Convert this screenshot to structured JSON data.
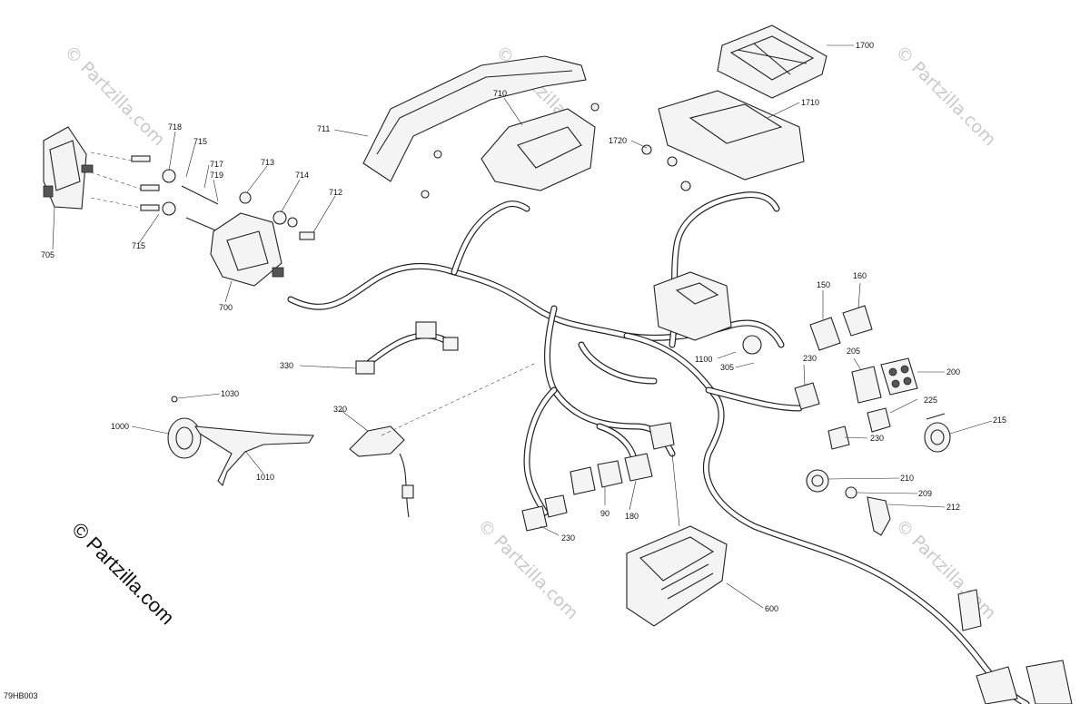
{
  "watermark": "© Partzilla.com",
  "credit": "© Partzilla.com",
  "drawing_id": "79HB003",
  "callouts": [
    {
      "id": "1700",
      "text": "1700"
    },
    {
      "id": "1710",
      "text": "1710"
    },
    {
      "id": "1720",
      "text": "1720"
    },
    {
      "id": "710",
      "text": "710"
    },
    {
      "id": "711",
      "text": "711"
    },
    {
      "id": "718",
      "text": "718"
    },
    {
      "id": "715a",
      "text": "715"
    },
    {
      "id": "717",
      "text": "717"
    },
    {
      "id": "719",
      "text": "719"
    },
    {
      "id": "713",
      "text": "713"
    },
    {
      "id": "714",
      "text": "714"
    },
    {
      "id": "712",
      "text": "712"
    },
    {
      "id": "715b",
      "text": "715"
    },
    {
      "id": "705",
      "text": "705"
    },
    {
      "id": "700",
      "text": "700"
    },
    {
      "id": "330",
      "text": "330"
    },
    {
      "id": "1030",
      "text": "1030"
    },
    {
      "id": "1000",
      "text": "1000"
    },
    {
      "id": "1010",
      "text": "1010"
    },
    {
      "id": "320",
      "text": "320"
    },
    {
      "id": "150",
      "text": "150"
    },
    {
      "id": "160",
      "text": "160"
    },
    {
      "id": "205",
      "text": "205"
    },
    {
      "id": "200",
      "text": "200"
    },
    {
      "id": "1100",
      "text": "1100"
    },
    {
      "id": "305",
      "text": "305"
    },
    {
      "id": "230a",
      "text": "230"
    },
    {
      "id": "225",
      "text": "225"
    },
    {
      "id": "230b",
      "text": "230"
    },
    {
      "id": "215",
      "text": "215"
    },
    {
      "id": "210",
      "text": "210"
    },
    {
      "id": "209",
      "text": "209"
    },
    {
      "id": "212",
      "text": "212"
    },
    {
      "id": "90",
      "text": "90"
    },
    {
      "id": "180",
      "text": "180"
    },
    {
      "id": "230c",
      "text": "230"
    },
    {
      "id": "600",
      "text": "600"
    }
  ]
}
